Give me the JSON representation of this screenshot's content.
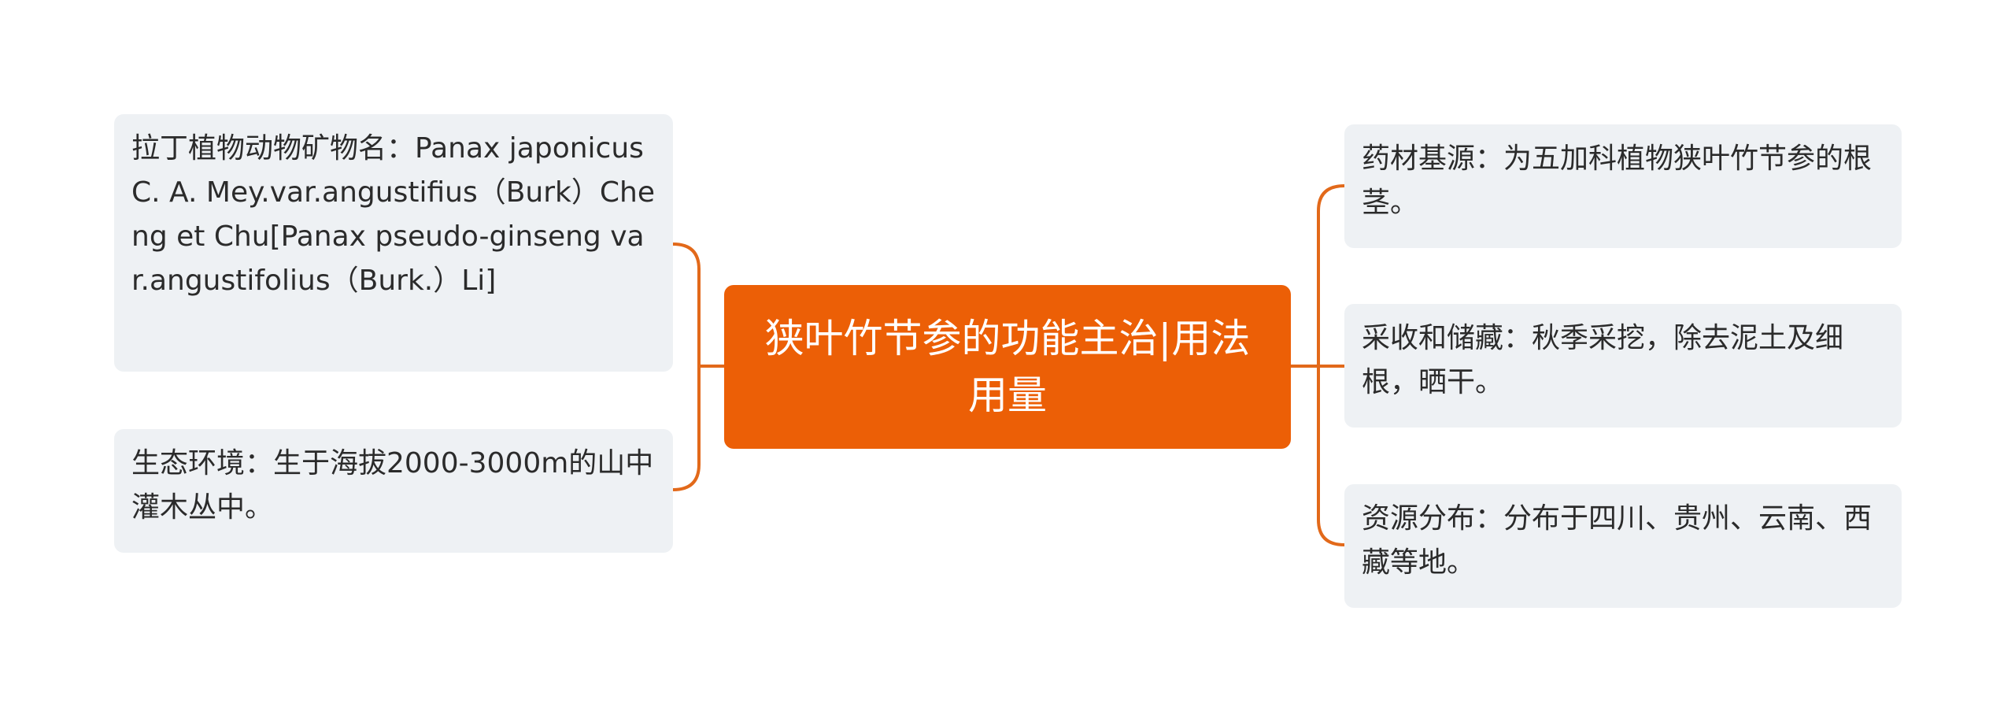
{
  "colors": {
    "accent": "#ec5f06",
    "connector": "#e2691a",
    "node_background": "#eef1f4",
    "center_text": "#ffffff",
    "node_text": "#2b2b2b"
  },
  "center": {
    "title": "狭叶竹节参的功能主治|用法用量"
  },
  "left_nodes": [
    {
      "text": "拉丁植物动物矿物名：Panax japonicus C. A. Mey.var.angustifius（Burk）Cheng et Chu[Panax pseudo-ginseng var.angustifolius（Burk.）Li]"
    },
    {
      "text": "生态环境：生于海拔2000-3000m的山中灌木丛中。"
    }
  ],
  "right_nodes": [
    {
      "text": "药材基源：为五加科植物狭叶竹节参的根茎。"
    },
    {
      "text": "采收和储藏：秋季采挖，除去泥土及细根，晒干。"
    },
    {
      "text": "资源分布：分布于四川、贵州、云南、西藏等地。"
    }
  ]
}
